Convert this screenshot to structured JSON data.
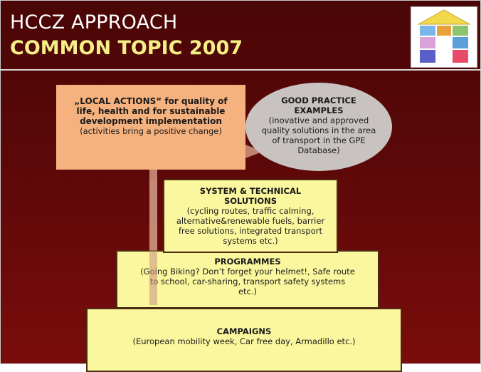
{
  "header": {
    "title_line1": "HCCZ APPROACH",
    "title_line2": "COMMON TOPIC 2007"
  },
  "local_actions": {
    "title_lines": [
      "„LOCAL ACTIONS“ for quality of",
      "life, health and for sustainable",
      "development implementation"
    ],
    "subtitle": "(activities bring a positive change)"
  },
  "good_practice": {
    "title_lines": [
      "GOOD PRACTICE",
      "EXAMPLES"
    ],
    "desc_lines": [
      "(inovative and approved",
      "quality solutions in the area",
      "of transport in the GPE",
      "Database)"
    ]
  },
  "system": {
    "title_lines": [
      "SYSTEM & TECHNICAL",
      "SOLUTIONS"
    ],
    "desc_lines": [
      "(cycling routes, traffic calming,",
      "alternative&renewable fuels, barrier",
      "free solutions, integrated transport",
      "systems etc.)"
    ]
  },
  "programmes": {
    "title": "PROGRAMMES",
    "desc_lines": [
      "(Going Biking? Don’t forget your helmet!, Safe route",
      "to school, car-sharing, transport safety systems",
      "etc.)"
    ]
  },
  "campaigns": {
    "title": "CAMPAIGNS",
    "desc": "(European mobility week, Car free day, Armadillo etc.)"
  },
  "colors": {
    "background": "#5a0808",
    "title_yellow": "#f6ef86",
    "local_box": "#f5b27e",
    "yellow_box": "#fbf79e",
    "ellipse": "#c8c3c0",
    "arrow": "#c9907b"
  },
  "icons": {
    "logo": "house-arch-logo-icon"
  }
}
